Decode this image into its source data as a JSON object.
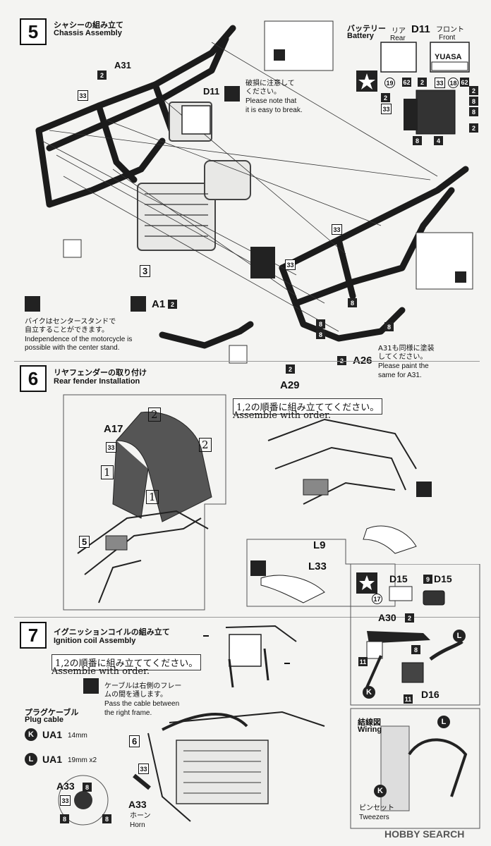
{
  "step5": {
    "num": "5",
    "title_jp": "シャシーの組み立て",
    "title_en": "Chassis Assembly",
    "battery_jp": "バッテリー",
    "battery_en": "Battery",
    "rear_jp": "リア",
    "rear_en": "Rear",
    "front_jp": "フロント",
    "front_en": "Front",
    "d11": "D11",
    "yuasa": "YUASA",
    "note1_jp1": "破損に注意して",
    "note1_jp2": "ください。",
    "note1_en1": "Please note that",
    "note1_en2": "it is easy to break.",
    "stand_jp1": "バイクはセンタースタンドで",
    "stand_jp2": "自立することができます。",
    "stand_en1": "Independence of the motorcycle is",
    "stand_en2": "possible with the center stand.",
    "paint_jp": "A31も同様に塗装",
    "paint_jp2": "してください。",
    "paint_en1": "Please paint the",
    "paint_en2": "same for A31.",
    "a31": "A31",
    "a1": "A1",
    "a26": "A26",
    "a29": "A29",
    "p3": "3",
    "n2": "2",
    "n33": "33",
    "n8": "8",
    "n62": "62",
    "n18": "18",
    "n4": "4",
    "n19": "19"
  },
  "step6": {
    "num": "6",
    "title_jp": "リヤフェンダーの取り付け",
    "title_en": "Rear fender Installation",
    "order_jp": "1,2の順番に組み立ててください。",
    "order_en": "Assemble with order.",
    "a17": "A17",
    "p5": "5",
    "one": "1",
    "two": "2",
    "l9": "L9",
    "l33": "L33",
    "n33": "33"
  },
  "step7": {
    "num": "7",
    "title_jp": "イグニッションコイルの組み立て",
    "title_en": "Ignition coil Assembly",
    "order_jp": "1,2の順番に組み立ててください。",
    "order_en": "Assemble with order.",
    "cable_jp1": "ケーブルは右側のフレー",
    "cable_jp2": "ムの間を通します。",
    "cable_en1": "Pass the cable between",
    "cable_en2": "the right frame.",
    "plug_jp": "プラグケーブル",
    "plug_en": "Plug cable",
    "k": "K",
    "l": "L",
    "ua1": "UA1",
    "k_len": "14mm",
    "l_len": "19mm x2",
    "a33": "A33",
    "horn_jp": "ホーン",
    "horn_en": "Horn",
    "p6": "6",
    "d15": "D15",
    "d16": "D16",
    "a30": "A30",
    "n9": "9",
    "n17": "17",
    "n11": "11",
    "n8": "8",
    "n2": "2",
    "n33": "33",
    "wiring_jp": "結線図",
    "wiring_en": "Wiring",
    "tweezers_jp": "ピンセット",
    "tweezers_en": "Tweezers"
  },
  "watermark": "HOBBY SEARCH"
}
